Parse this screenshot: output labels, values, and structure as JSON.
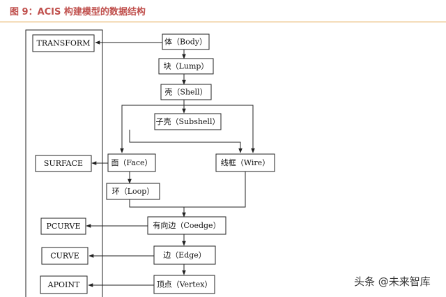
{
  "figure": {
    "title": "图 9：ACIS 构建模型的数据结构"
  },
  "nodes": {
    "body": "体（Body）",
    "lump": "块（Lump）",
    "shell": "壳（Shell）",
    "subshell": "子壳（Subshell）",
    "face": "面（Face）",
    "wire": "线框（Wire）",
    "loop": "环（Loop）",
    "coedge": "有向边（Coedge）",
    "edge": "边（Edge）",
    "vertex": "顶点（Vertex）",
    "transform": "TRANSFORM",
    "surface": "SURFACE",
    "pcurve": "PCURVE",
    "curve": "CURVE",
    "apoint": "APOINT"
  },
  "watermark": {
    "text": "头条 @未来智库"
  }
}
